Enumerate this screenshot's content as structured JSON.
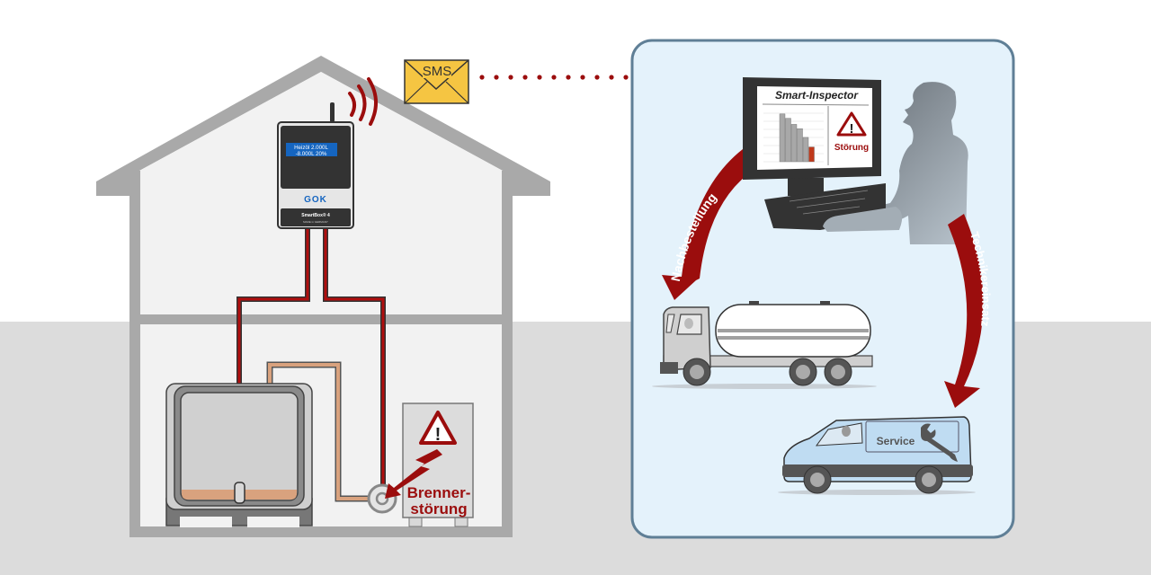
{
  "colors": {
    "ground": "#dcdcdc",
    "house_wall": "#a9a9a9",
    "house_interior": "#f2f2f2",
    "accent_red": "#9b0d0d",
    "envelope_yellow": "#f5c542",
    "panel_bg": "#e4f2fb",
    "panel_border": "#5f7f96",
    "oil": "#d9a27e",
    "device_dark": "#333333",
    "lcd_blue": "#1565c0",
    "van_blue": "#bfdcf2"
  },
  "smartbox": {
    "display_line1": "Heizöl 2.000L",
    "display_line2": "-8.000L   20%",
    "brand": "GOK",
    "model": "SmartBox® 4",
    "made_in": "MADE in GERMANY"
  },
  "sms": {
    "label": "SMS"
  },
  "burner": {
    "label_line1": "Brenner-",
    "label_line2": "störung",
    "warning_symbol": "!"
  },
  "monitor": {
    "title": "Smart-Inspector",
    "alert_label": "Störung",
    "warning_symbol": "!",
    "mini_chart_values": [
      55,
      50,
      43,
      38,
      28,
      17
    ]
  },
  "arrows": {
    "left_label": "Nachbestellung",
    "right_label": "Technikereinsatz"
  },
  "van": {
    "label": "Service"
  }
}
